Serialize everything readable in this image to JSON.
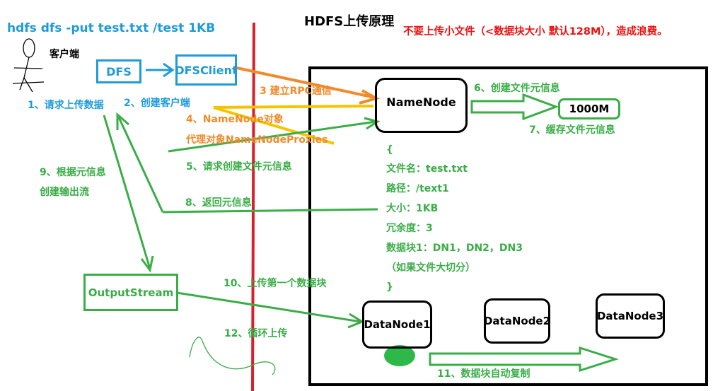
{
  "title": "HDFS上传原理",
  "command": "hdfs dfs -put test.txt /test 1KB",
  "warning": "不要上传小文件（<数据块大小 默认128M），造成浪费。",
  "client_label": "客户端",
  "nodes": {
    "dfs": "DFS",
    "dfsclient": "DFSClient",
    "namenode": "NameNode",
    "memory": "1000M",
    "outputstream": "OutputStream",
    "datanode1": "DataNode1",
    "datanode2": "DataNode2",
    "datanode3": "DataNode3"
  },
  "steps": {
    "s1": "1、请求上传数据",
    "s2": "2、创建客户端",
    "s3": "3 建立RPC通信",
    "s4a": "4、NameNode对象",
    "s4b": "代理对象NameNodeProxies",
    "s5": "5、请求创建文件元信息",
    "s6": "6、创建文件元信息",
    "s7": "7、缓存文件元信息",
    "s8": "8、返回元信息",
    "s9a": "9、根据元信息",
    "s9b": "创建输出流",
    "s10": "10、上传第一个数据块",
    "s11": "11、数据块自动复制",
    "s12": "12、循环上传"
  },
  "metadata": {
    "open": "{",
    "filename": "文件名：test.txt",
    "path": "路径：/text1",
    "size": "大小：1KB",
    "replication": "冗余度：3",
    "blocks": "数据块1：DN1，DN2，DN3",
    "note": "（如果文件大切分）",
    "close": "}"
  },
  "colors": {
    "blue": "#1f9bd7",
    "green": "#3aad47",
    "orange": "#f08a2a",
    "yellow": "#f5c400",
    "red": "#ee1111",
    "divider": "#d6202a"
  }
}
